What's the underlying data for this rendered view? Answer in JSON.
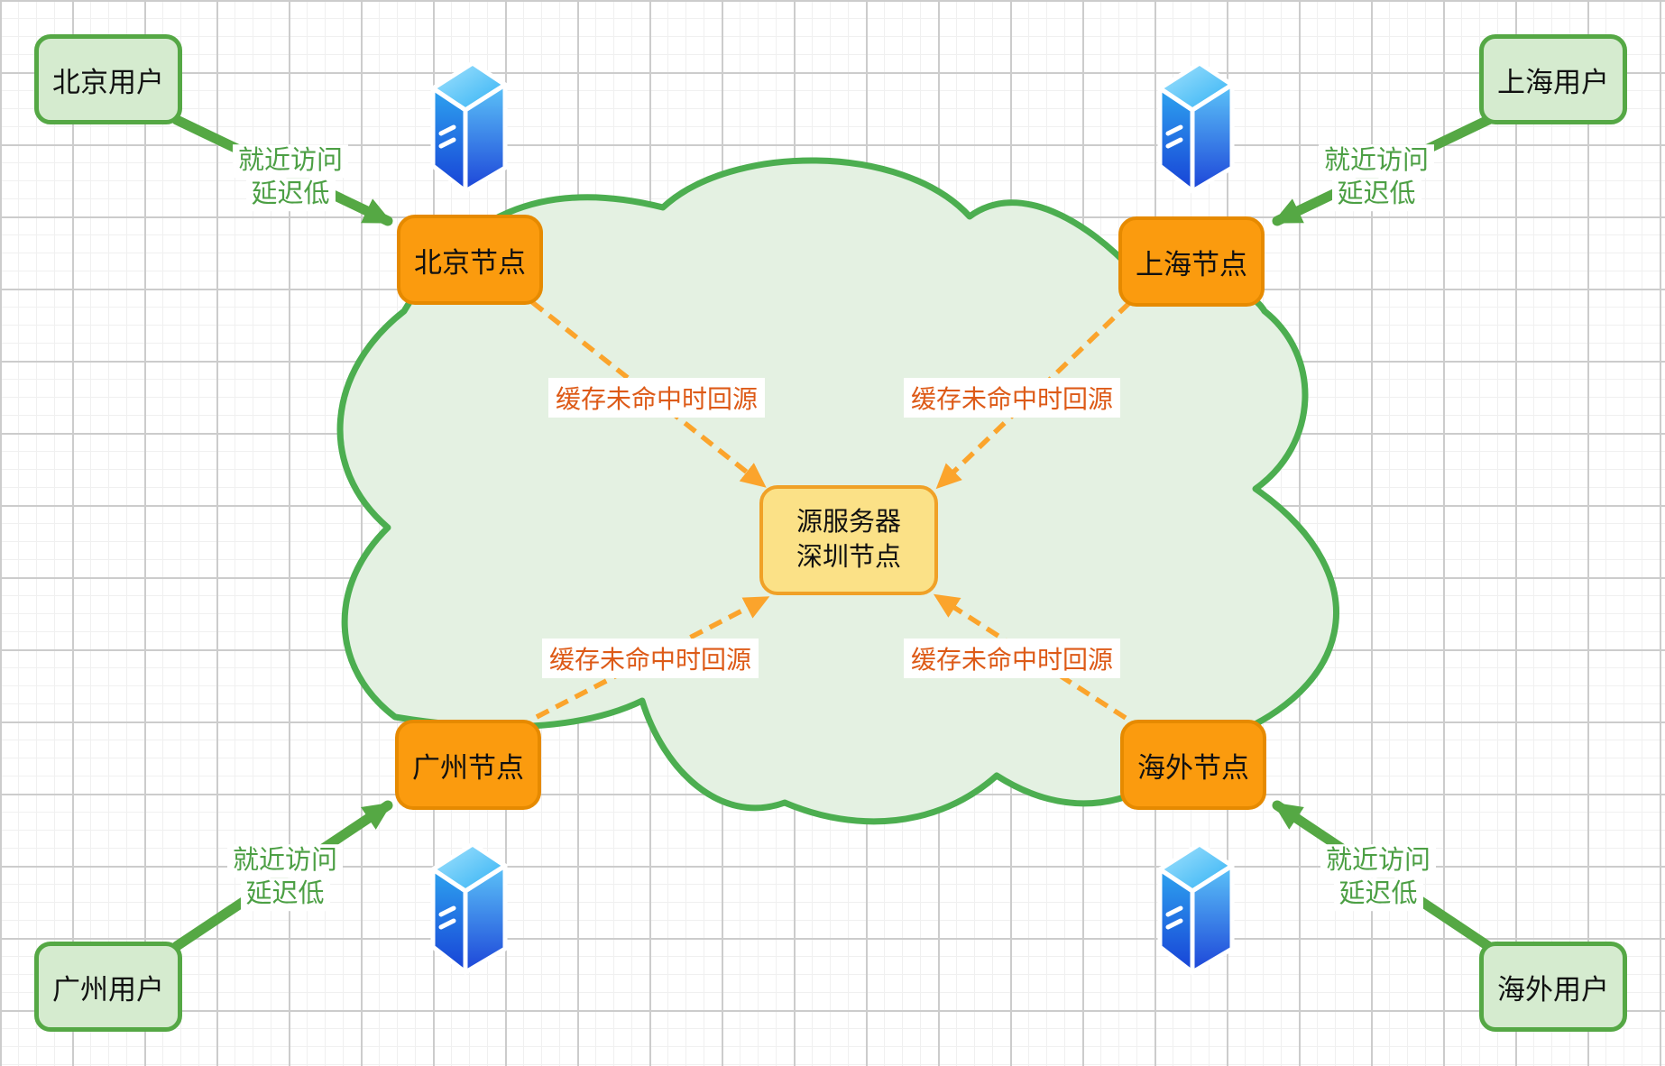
{
  "users": [
    {
      "label": "北京用户"
    },
    {
      "label": "上海用户"
    },
    {
      "label": "广州用户"
    },
    {
      "label": "海外用户"
    }
  ],
  "nodes": [
    {
      "label": "北京节点"
    },
    {
      "label": "上海节点"
    },
    {
      "label": "广州节点"
    },
    {
      "label": "海外节点"
    }
  ],
  "origin": {
    "line1": "源服务器",
    "line2": "深圳节点"
  },
  "labels": {
    "access_line1": "就近访问",
    "access_line2": "延迟低",
    "origin_pull": "缓存未命中时回源"
  },
  "icons": {
    "server": "server-tower-icon"
  },
  "colors": {
    "user_box_fill": "#D5EBCF",
    "user_box_border": "#55A845",
    "node_fill": "#FB9B0E",
    "node_border": "#E68A00",
    "origin_fill": "#FBE187",
    "origin_border": "#F0A127",
    "cloud_fill": "#E4F1E2",
    "cloud_border": "#4CAE50",
    "green_arrow": "#55A844",
    "green_text": "#4C9F44",
    "orange_arrow": "#FBA42C",
    "orange_text": "#DD5A17",
    "server_top": "#A6E4FD",
    "server_dark": "#1741D6"
  }
}
